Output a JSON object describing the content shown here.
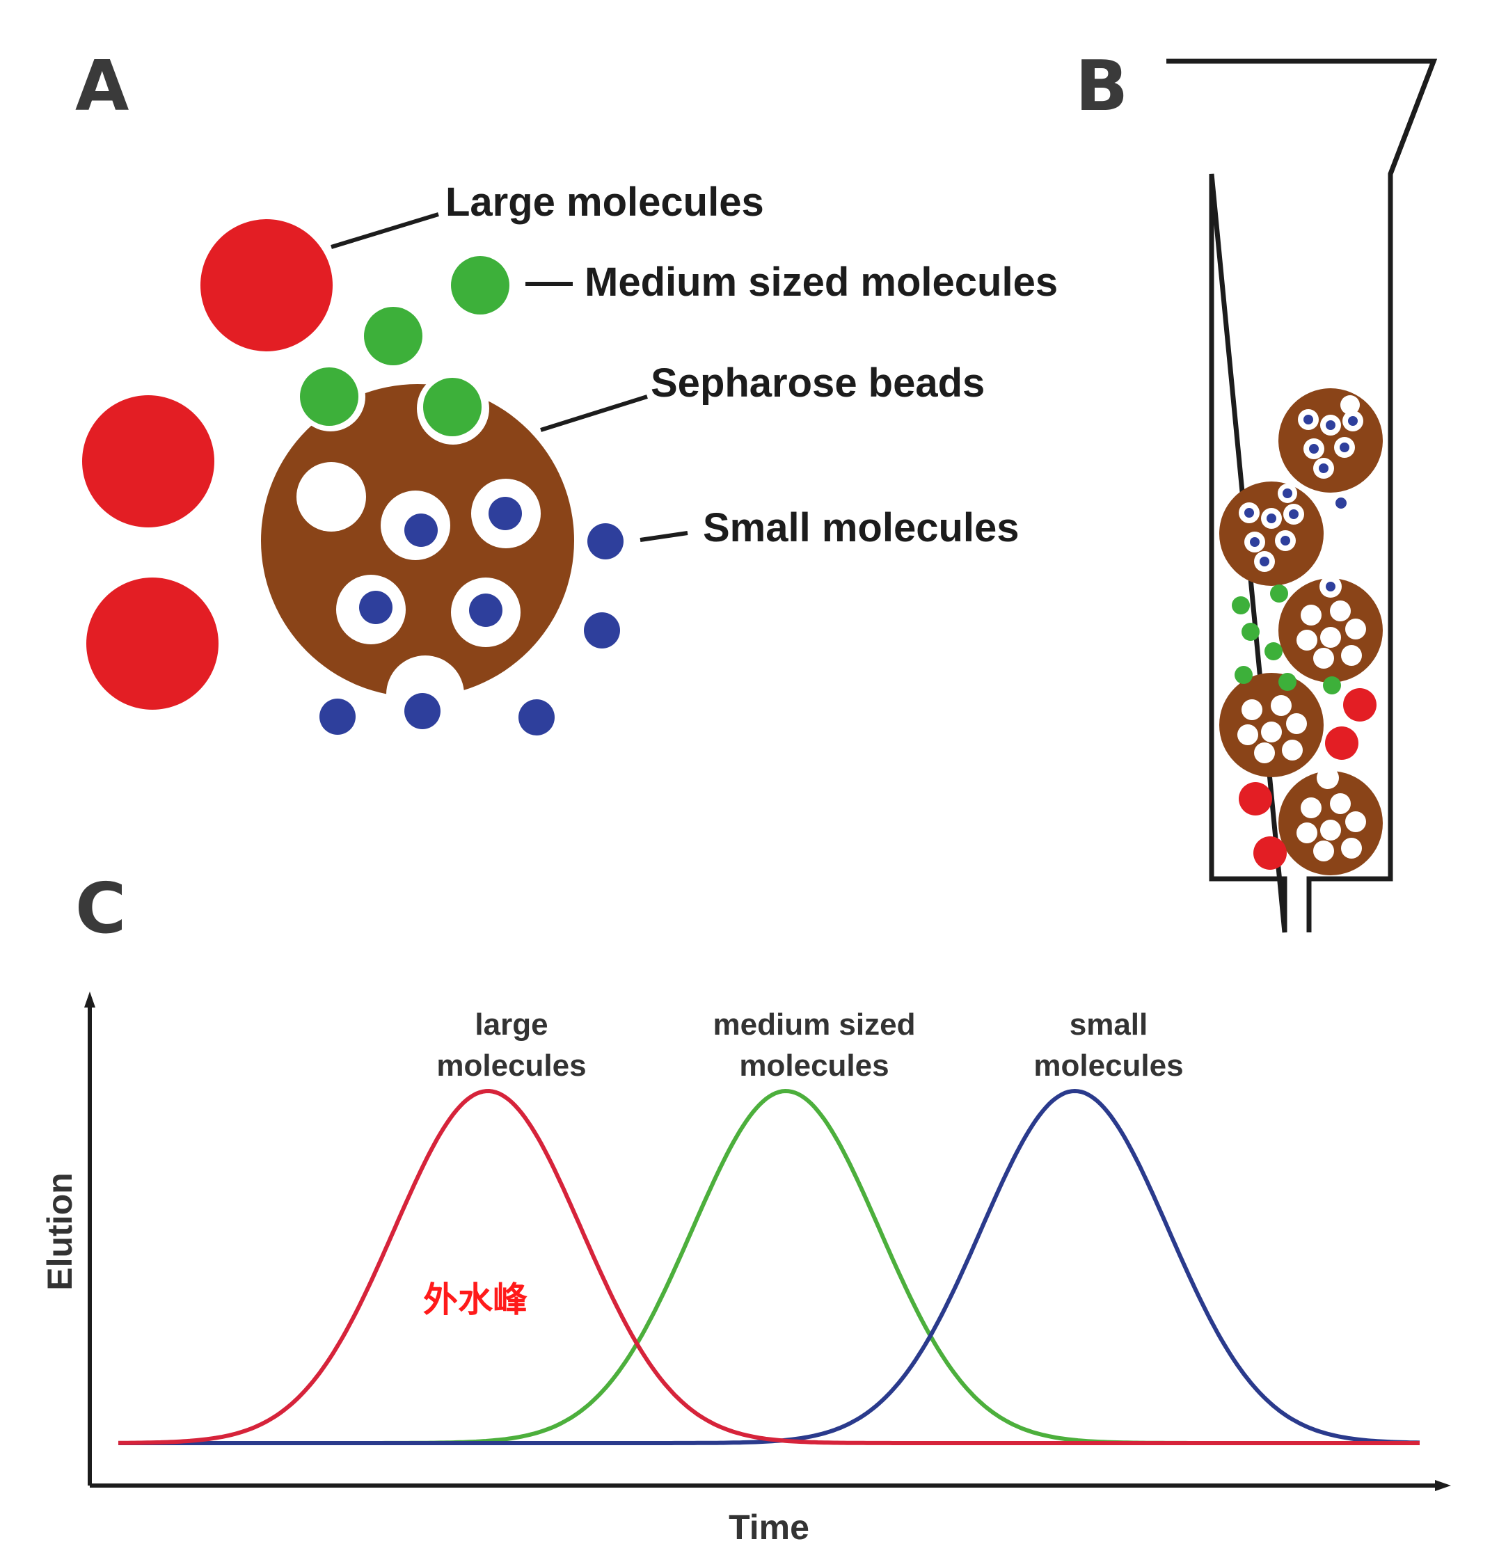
{
  "panels": {
    "a": "A",
    "b": "B",
    "c": "C"
  },
  "panel_a": {
    "labels": {
      "large": "Large molecules",
      "medium": "Medium sized molecules",
      "beads": "Sepharose beads",
      "small": "Small molecules"
    }
  },
  "colors": {
    "large": "#e31e24",
    "medium": "#3db03a",
    "small": "#2e3f9c",
    "bead": "#8a4418",
    "red_curve": "#d6233a",
    "green_curve": "#4caf3c",
    "blue_curve": "#2a3a8c"
  },
  "panel_c": {
    "xlabel": "Time",
    "ylabel": "Elution",
    "peak_labels": {
      "large": [
        "large",
        "molecules"
      ],
      "medium": [
        "medium sized",
        "molecules"
      ],
      "small": [
        "small",
        "molecules"
      ]
    },
    "annotation": "外水峰"
  },
  "chart_data": {
    "type": "line",
    "title": "",
    "xlabel": "Time",
    "ylabel": "Elution",
    "xlim": [
      0,
      100
    ],
    "ylim": [
      0,
      1.15
    ],
    "series": [
      {
        "name": "large molecules",
        "mu": 28.4,
        "sigma": 7.2,
        "height": 1.0,
        "color": "#d6233a"
      },
      {
        "name": "medium sized molecules",
        "mu": 51.3,
        "sigma": 7.2,
        "height": 1.0,
        "color": "#4caf3c"
      },
      {
        "name": "small molecules",
        "mu": 73.5,
        "sigma": 7.2,
        "height": 1.0,
        "color": "#2a3a8c"
      }
    ]
  }
}
